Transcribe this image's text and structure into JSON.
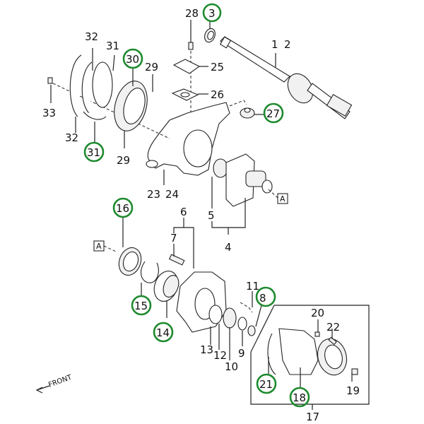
{
  "diagram": {
    "title": "Front axle / knuckle / free-wheel hub exploded parts diagram",
    "highlight_color": "#1e8a2e",
    "front_indicator": "FRONT",
    "reference_marker": "A",
    "callouts": [
      {
        "id": "1",
        "label": "1",
        "highlighted": false
      },
      {
        "id": "2",
        "label": "2",
        "highlighted": false
      },
      {
        "id": "3",
        "label": "3",
        "highlighted": true
      },
      {
        "id": "4",
        "label": "4",
        "highlighted": false
      },
      {
        "id": "5",
        "label": "5",
        "highlighted": false
      },
      {
        "id": "6",
        "label": "6",
        "highlighted": false
      },
      {
        "id": "7",
        "label": "7",
        "highlighted": false
      },
      {
        "id": "8",
        "label": "8",
        "highlighted": true
      },
      {
        "id": "9",
        "label": "9",
        "highlighted": false
      },
      {
        "id": "10",
        "label": "10",
        "highlighted": false
      },
      {
        "id": "11",
        "label": "11",
        "highlighted": false
      },
      {
        "id": "12",
        "label": "12",
        "highlighted": false
      },
      {
        "id": "13",
        "label": "13",
        "highlighted": false
      },
      {
        "id": "14",
        "label": "14",
        "highlighted": true
      },
      {
        "id": "15",
        "label": "15",
        "highlighted": true
      },
      {
        "id": "16",
        "label": "16",
        "highlighted": true
      },
      {
        "id": "17",
        "label": "17",
        "highlighted": false
      },
      {
        "id": "18",
        "label": "18",
        "highlighted": true
      },
      {
        "id": "19",
        "label": "19",
        "highlighted": false
      },
      {
        "id": "20",
        "label": "20",
        "highlighted": false
      },
      {
        "id": "21",
        "label": "21",
        "highlighted": true
      },
      {
        "id": "22",
        "label": "22",
        "highlighted": false
      },
      {
        "id": "23",
        "label": "23",
        "highlighted": false
      },
      {
        "id": "24",
        "label": "24",
        "highlighted": false
      },
      {
        "id": "25",
        "label": "25",
        "highlighted": false
      },
      {
        "id": "26",
        "label": "26",
        "highlighted": false
      },
      {
        "id": "27",
        "label": "27",
        "highlighted": true
      },
      {
        "id": "28",
        "label": "28",
        "highlighted": false
      },
      {
        "id": "29a",
        "label": "29",
        "highlighted": false
      },
      {
        "id": "29b",
        "label": "29",
        "highlighted": false
      },
      {
        "id": "30",
        "label": "30",
        "highlighted": true
      },
      {
        "id": "31a",
        "label": "31",
        "highlighted": false
      },
      {
        "id": "31b",
        "label": "31",
        "highlighted": true
      },
      {
        "id": "32a",
        "label": "32",
        "highlighted": false
      },
      {
        "id": "32b",
        "label": "32",
        "highlighted": false
      },
      {
        "id": "33",
        "label": "33",
        "highlighted": false
      }
    ]
  }
}
